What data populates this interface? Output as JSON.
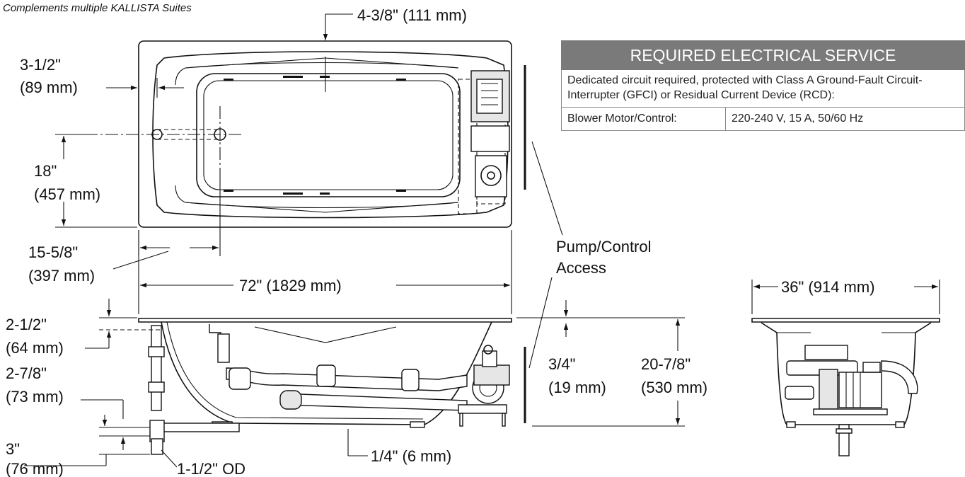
{
  "subtitle": "Complements multiple KALLISTA Suites",
  "table": {
    "header": "REQUIRED ELECTRICAL SERVICE",
    "description": "Dedicated circuit required, protected with Class A Ground-Fault Circuit-Interrupter (GFCI) or Residual Current Device (RCD):",
    "rows": [
      {
        "label": "Blower Motor/Control:",
        "value": "220-240 V, 15 A, 50/60 Hz"
      }
    ]
  },
  "dimensions": {
    "rim_to_drain_top": "4-3/8\" (111 mm)",
    "side_to_drain": {
      "imperial": "3-1/2\"",
      "metric": "(89 mm)"
    },
    "drain_offset": {
      "imperial": "18\"",
      "metric": "(457 mm)"
    },
    "end_to_drain": {
      "imperial": "15-5/8\"",
      "metric": "(397 mm)"
    },
    "overall_length": "72\" (1829 mm)",
    "overall_width": "36\" (914 mm)",
    "rim_height": {
      "imperial": "2-1/2\"",
      "metric": "(64 mm)"
    },
    "drain_height": {
      "imperial": "2-7/8\"",
      "metric": "(73 mm)"
    },
    "outlet_drop": {
      "imperial": "3\"",
      "metric": "(76 mm)"
    },
    "outlet_size": "1-1/2\" OD",
    "foot_clearance": "1/4\" (6 mm)",
    "rim_thickness": {
      "imperial": "3/4\"",
      "metric": "(19 mm)"
    },
    "overall_height": {
      "imperial": "20-7/8\"",
      "metric": "(530 mm)"
    }
  },
  "callouts": {
    "pump_access_line1": "Pump/Control",
    "pump_access_line2": "Access"
  }
}
